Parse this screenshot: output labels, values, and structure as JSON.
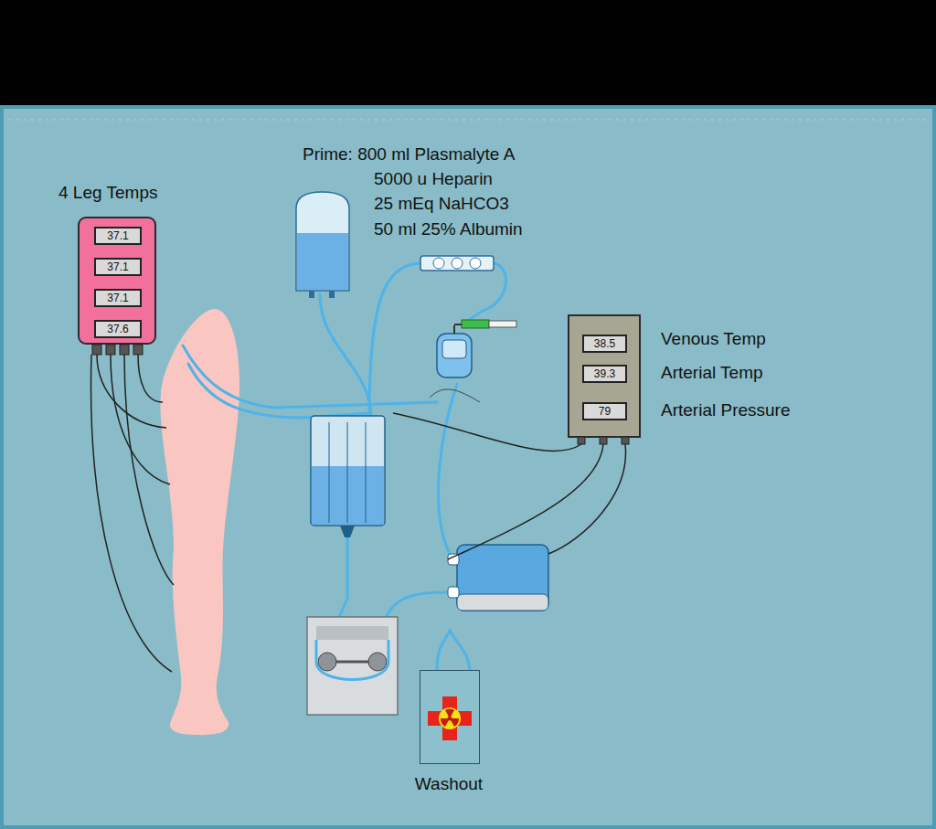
{
  "diagram": {
    "nodes": [
      {
        "text": [
          "4 Leg Temps"
        ]
      },
      {
        "text": [
          "37.1"
        ],
        "in": 0
      },
      {
        "text": [
          "37.1"
        ],
        "in": 0
      },
      {
        "text": [
          "37.1"
        ],
        "in": 0
      },
      {
        "text": [
          "37.6"
        ],
        "in": 0
      },
      {
        "text": [
          "38.5"
        ]
      },
      {
        "text": [
          "39.3"
        ]
      },
      {
        "text": [
          "79"
        ]
      },
      {
        "text": [
          "Washout"
        ]
      }
    ],
    "labels": [
      "Prime:  800 ml Plasmalyte A",
      "5000 u Heparin",
      "25 mEq NaHCO3",
      "50 ml 25% Albumin",
      "Venous Temp",
      "Arterial Temp",
      "Arterial Pressure"
    ]
  }
}
